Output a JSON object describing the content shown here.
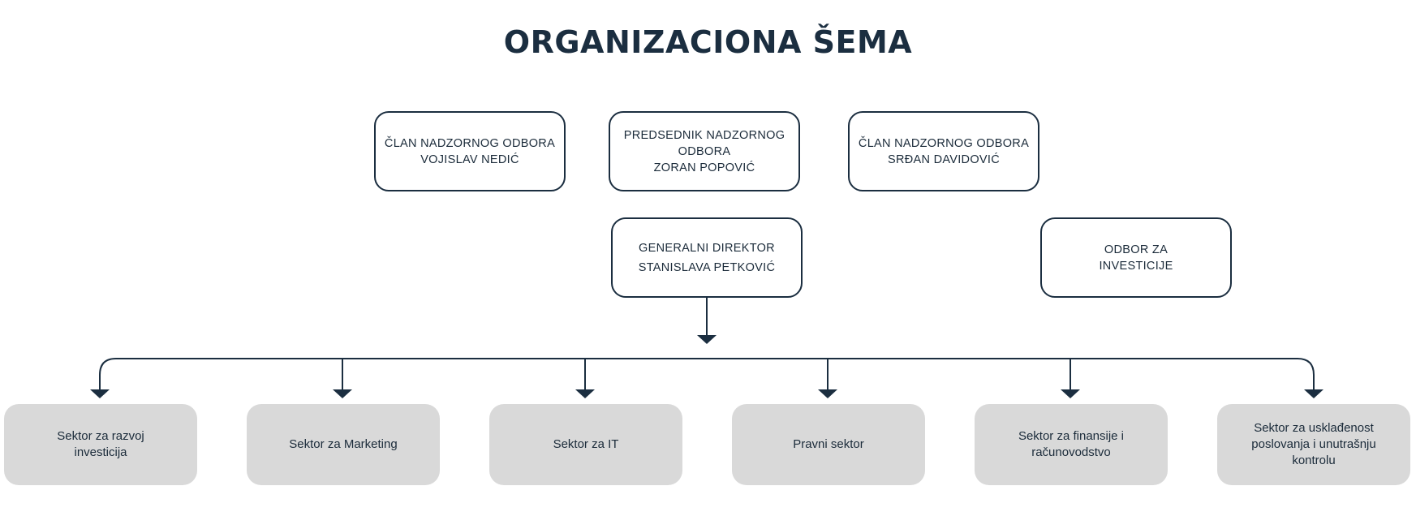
{
  "title": "ORGANIZACIONA ŠEMA",
  "colors": {
    "line": "#1b2e40",
    "sector_fill": "#d9d9d9",
    "text": "#1b2b3a"
  },
  "board": [
    {
      "lines": [
        "ČLAN NADZORNOG ODBORA",
        "VOJISLAV NEDIĆ"
      ]
    },
    {
      "lines": [
        "PREDSEDNIK NADZORNOG",
        "ODBORA",
        "ZORAN POPOVIĆ"
      ]
    },
    {
      "lines": [
        "ČLAN NADZORNOG ODBORA",
        "SRĐAN DAVIDOVIĆ"
      ]
    }
  ],
  "general_director": {
    "lines": [
      "GENERALNI DIREKTOR",
      "STANISLAVA PETKOVIĆ"
    ]
  },
  "investment_board": {
    "lines": [
      "ODBOR ZA",
      "INVESTICIJE"
    ]
  },
  "sectors": [
    {
      "lines": [
        "Sektor za razvoj",
        "investicija"
      ]
    },
    {
      "lines": [
        "Sektor za Marketing"
      ]
    },
    {
      "lines": [
        "Sektor za IT"
      ]
    },
    {
      "lines": [
        "Pravni sektor"
      ]
    },
    {
      "lines": [
        "Sektor za finansije i",
        "računovodstvo"
      ]
    },
    {
      "lines": [
        "Sektor za usklađenost",
        "poslovanja i unutrašnju",
        "kontrolu"
      ]
    }
  ]
}
